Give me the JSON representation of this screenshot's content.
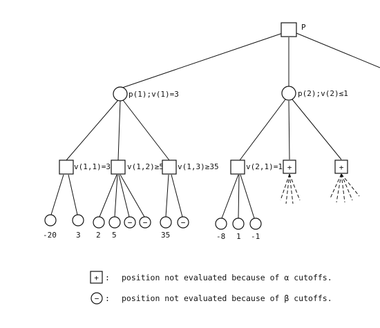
{
  "diagram": {
    "root_label": "P",
    "level1": [
      {
        "label": "p(1);v(1)=3"
      },
      {
        "label": "p(2);v(2)≤1"
      }
    ],
    "level2": [
      {
        "label": "v(1,1)=3"
      },
      {
        "label": "v(1,2)≥5"
      },
      {
        "label": "v(1,3)≥35"
      },
      {
        "label": "v(2,1)=1"
      },
      {
        "label": ""
      },
      {
        "label": ""
      }
    ],
    "leaf_values": [
      "-20",
      "3",
      "2",
      "5",
      "35",
      "-8",
      "1",
      "-1"
    ],
    "cutoff_symbols": {
      "alpha": "+",
      "beta": "−"
    },
    "legend": {
      "alpha_text": "position not evaluated because of α cutoffs.",
      "beta_text": "position not evaluated because of β cutoffs.",
      "colon": ":"
    }
  }
}
